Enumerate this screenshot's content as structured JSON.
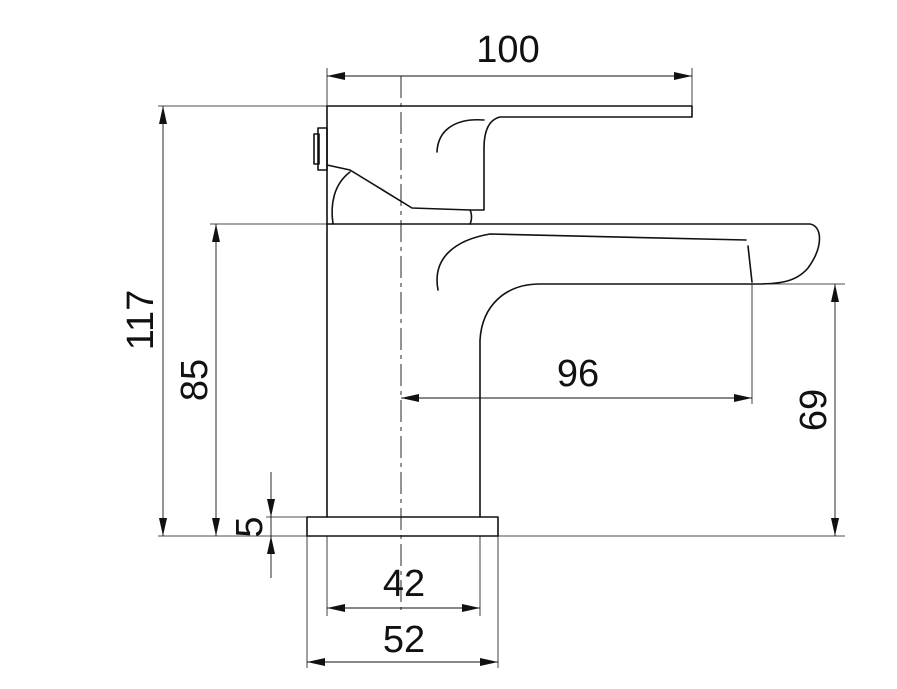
{
  "dimensions": {
    "total_width": "100",
    "total_height": "117",
    "body_height": "85",
    "base_thickness": "5",
    "spout_reach": "96",
    "spout_outlet_height": "69",
    "body_width": "42",
    "base_width": "52"
  },
  "colors": {
    "line": "#111111",
    "background": "#ffffff"
  }
}
